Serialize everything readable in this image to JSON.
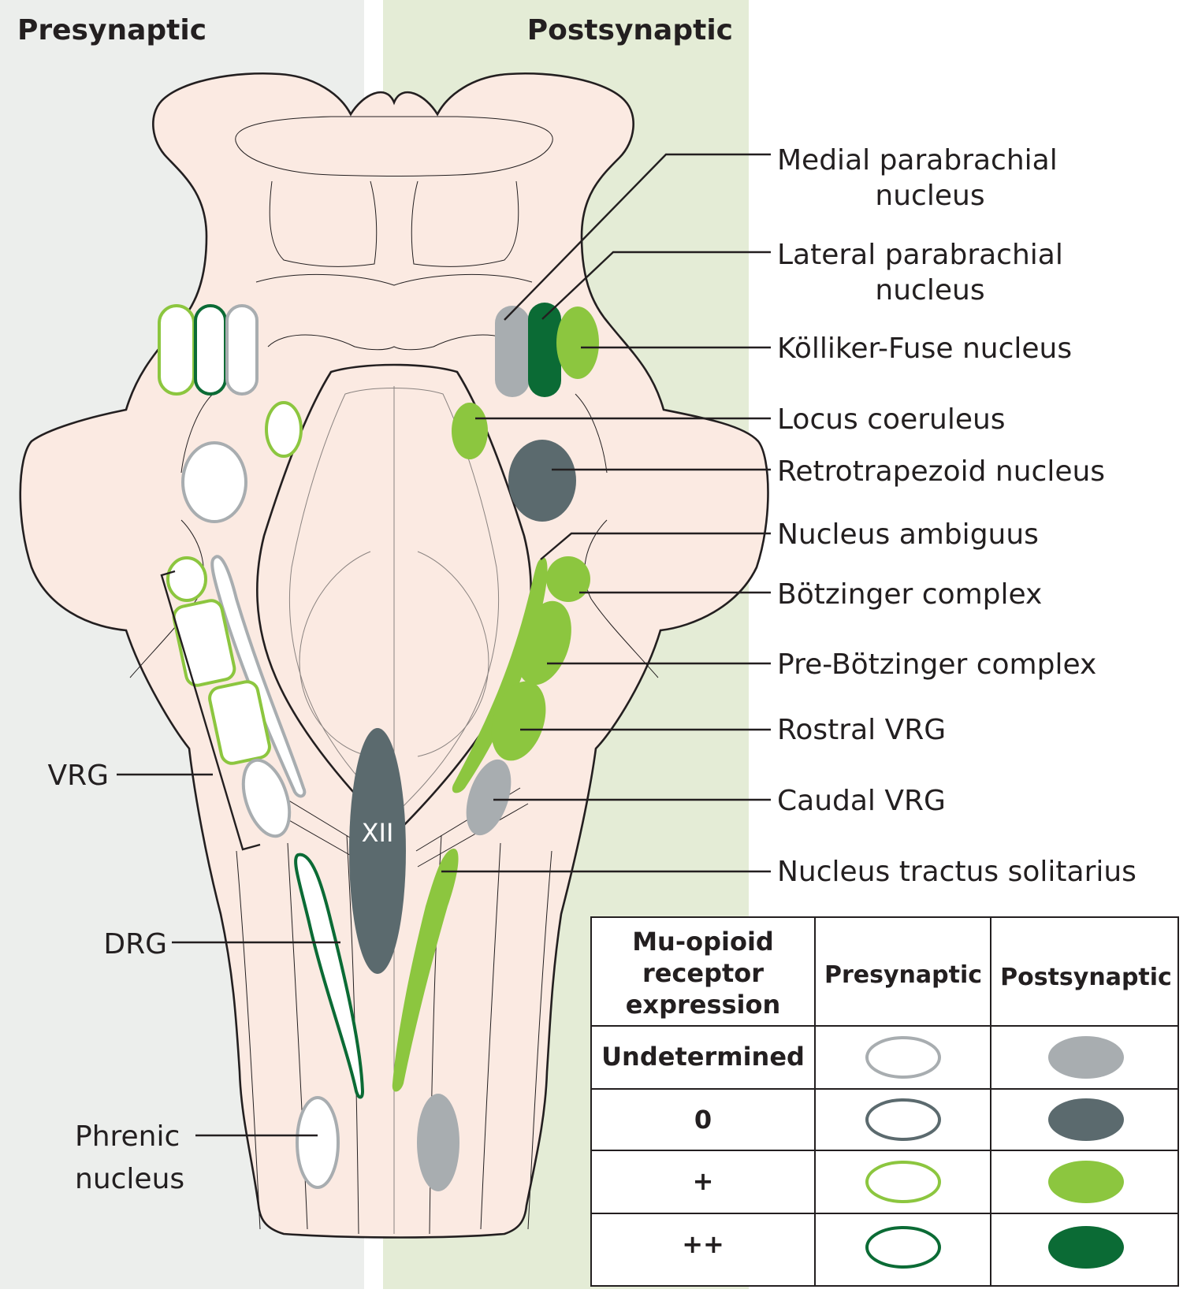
{
  "headers": {
    "left": "Presynaptic",
    "right": "Postsynaptic"
  },
  "colors": {
    "undetermined": "#a8adb0",
    "zero": "#5b6a6e",
    "plus": "#8cc63f",
    "plusplus": "#0b6b35",
    "presyn_panel": "#eceeec",
    "postsyn_panel": "#e4ecd6",
    "brainstem_fill": "#fbeae2"
  },
  "right_labels": [
    {
      "line1": "Medial parabrachial",
      "line2": "nucleus"
    },
    {
      "line1": "Lateral parabrachial",
      "line2": "nucleus"
    },
    {
      "line1": "Kölliker-Fuse nucleus"
    },
    {
      "line1": "Locus coeruleus"
    },
    {
      "line1": "Retrotrapezoid nucleus"
    },
    {
      "line1": "Nucleus ambiguus"
    },
    {
      "line1": "Bötzinger complex"
    },
    {
      "line1": "Pre-Bötzinger complex"
    },
    {
      "line1": "Rostral VRG"
    },
    {
      "line1": "Caudal VRG"
    },
    {
      "line1": "Nucleus tractus solitarius"
    }
  ],
  "left_labels": {
    "vrg": "VRG",
    "drg": "DRG",
    "phrenic_line1": "Phrenic",
    "phrenic_line2": "nucleus"
  },
  "center_label": "XII",
  "legend": {
    "header_col1": [
      "Mu-opioid",
      "receptor",
      "expression"
    ],
    "header_col2": "Presynaptic",
    "header_col3": "Postsynaptic",
    "rows": [
      {
        "level": "Undetermined",
        "color_key": "undetermined"
      },
      {
        "level": "0",
        "color_key": "zero"
      },
      {
        "level": "+",
        "color_key": "plus"
      },
      {
        "level": "++",
        "color_key": "plusplus"
      }
    ]
  }
}
